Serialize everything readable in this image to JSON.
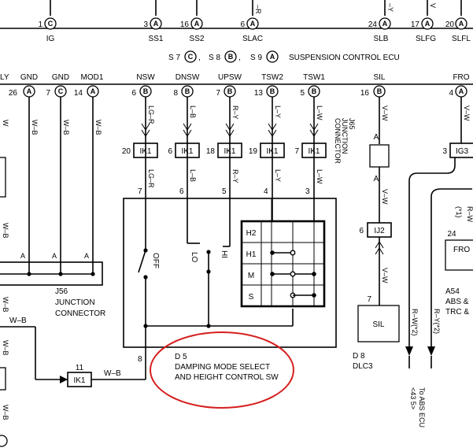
{
  "ecu": {
    "top_pins": [
      {
        "num": "1",
        "letter": "C",
        "name": "IG",
        "wire": ""
      },
      {
        "num": "3",
        "letter": "A",
        "name": "SS1",
        "wire": ""
      },
      {
        "num": "16",
        "letter": "A",
        "name": "SS2",
        "wire": ""
      },
      {
        "num": "6",
        "letter": "A",
        "name": "SLAC",
        "wire": "–R"
      },
      {
        "num": "24",
        "letter": "A",
        "name": "SLB",
        "wire": "–Y"
      },
      {
        "num": "17",
        "letter": "A",
        "name": "SLFG",
        "wire": "V"
      },
      {
        "num": "20",
        "letter": "A",
        "name": "SLFL",
        "wire": ""
      }
    ],
    "legend": [
      {
        "code": "S 7",
        "letter": "C"
      },
      {
        "code": "S 8",
        "letter": "B"
      },
      {
        "code": "S 9",
        "letter": "A"
      }
    ],
    "legend_title": "SUSPENSION CONTROL ECU",
    "mid_pins": [
      {
        "name": "LY",
        "num": "",
        "letter": ""
      },
      {
        "name": "GND",
        "num": "26",
        "letter": "A"
      },
      {
        "name": "GND",
        "num": "7",
        "letter": "C"
      },
      {
        "name": "MOD1",
        "num": "14",
        "letter": "A"
      },
      {
        "name": "NSW",
        "num": "6",
        "letter": "B"
      },
      {
        "name": "DNSW",
        "num": "8",
        "letter": "B"
      },
      {
        "name": "UPSW",
        "num": "7",
        "letter": "B"
      },
      {
        "name": "TSW2",
        "num": "13",
        "letter": "B"
      },
      {
        "name": "TSW1",
        "num": "5",
        "letter": "B"
      },
      {
        "name": "SIL",
        "num": "16",
        "letter": "B"
      },
      {
        "name": "FRO",
        "num": "4",
        "letter": "A"
      }
    ]
  },
  "wires": {
    "wb": "W–B",
    "w": "W",
    "lgr": "LG–R",
    "lb": "L–B",
    "ry": "R–Y",
    "ly": "L–Y",
    "lw": "L–W",
    "vw": "V–W",
    "rw": "R–W",
    "rw1": "R–W(*2)",
    "ry1": "R–Y(*2)",
    "star1": "(*1)"
  },
  "connectors": {
    "ik1_pins": [
      "20",
      "6",
      "18",
      "19",
      "7"
    ],
    "ik1_label": "IK1",
    "ig3_pin": "3",
    "ig3_label": "IG3",
    "ij2_pin": "6",
    "ij2_label": "IJ2",
    "ik1_bottom_pin": "11",
    "j56_pin": "A",
    "j56_label_line1": "J56",
    "j56_label_line2": "JUNCTION",
    "j56_label_line3": "CONNECTOR",
    "j65_label": "J65",
    "j65_line2": "JUNCTION",
    "j65_line3": "CONNECTOR",
    "j65_pin": "A"
  },
  "switch_d5": {
    "pins": [
      "7",
      "6",
      "5",
      "4",
      "3"
    ],
    "ground_pin": "8",
    "off": "OFF",
    "lo": "LO",
    "hi": "HI",
    "rows": [
      "H2",
      "H1",
      "M",
      "S"
    ],
    "name_line1": "D 5",
    "name_line2": "DAMPING MODE SELECT",
    "name_line3": "AND HEIGHT CONTROL SW"
  },
  "dlc": {
    "pin": "7",
    "label": "SIL",
    "name_line1": "D 8",
    "name_line2": "DLC3"
  },
  "right_side": {
    "fro_pin": "24",
    "fro_label": "FRO",
    "a54_line1": "A54",
    "a54_line2": "ABS &",
    "a54_line3": "TRC &",
    "abs_text": "To ABS ECU",
    "abs_ref": "<43 5>"
  }
}
